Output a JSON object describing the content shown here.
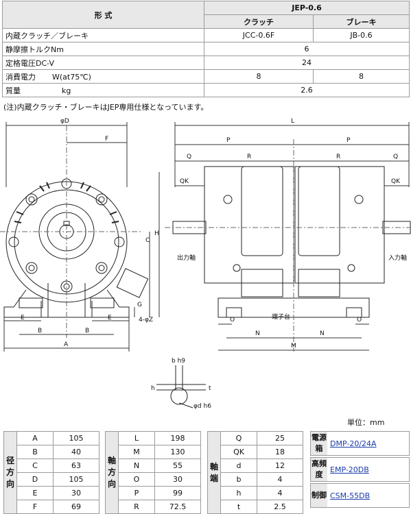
{
  "spec": {
    "header_label": "形 式",
    "model": "JEP-0.6",
    "sub_clutch": "クラッチ",
    "sub_brake": "ブレーキ",
    "rows": [
      {
        "label": "内蔵クラッチ／ブレーキ",
        "unit": "",
        "clutch": "JCC-0.6F",
        "brake": "JB-0.6",
        "span": false
      },
      {
        "label": "静摩擦トルク",
        "unit": "Nm",
        "value": "6",
        "span": true
      },
      {
        "label": "定格電圧",
        "unit": "DC-V",
        "value": "24",
        "span": true
      },
      {
        "label": "消費電力",
        "unit": "W(at75℃)",
        "clutch": "8",
        "brake": "8",
        "span": false
      },
      {
        "label": "質量",
        "unit": "kg",
        "value": "2.6",
        "span": true
      }
    ]
  },
  "note": "(注)内蔵クラッチ・ブレーキはJEP専用仕様となっています。",
  "drawing": {
    "left_labels": {
      "D": "φD",
      "F": "F",
      "C": "C",
      "H": "H",
      "G": "G",
      "E1": "E",
      "E2": "E",
      "B1": "B",
      "B2": "B",
      "A": "A",
      "Z": "4-φZ"
    },
    "right_labels": {
      "L": "L",
      "P1": "P",
      "P2": "P",
      "Q1": "Q",
      "Q2": "Q",
      "R1": "R",
      "R2": "R",
      "QK1": "QK",
      "QK2": "QK",
      "O1": "O",
      "O2": "O",
      "N1": "N",
      "N2": "N",
      "M": "M",
      "out": "出力軸",
      "in": "入力軸",
      "term": "端子台"
    },
    "key_labels": {
      "bh9": "b h9",
      "h": "h",
      "t": "t",
      "dh6": "φd h6"
    }
  },
  "unit_label": "単位：mm",
  "dims": {
    "radial": {
      "label": "径方向",
      "rows": [
        [
          "A",
          "105"
        ],
        [
          "B",
          "40"
        ],
        [
          "C",
          "63"
        ],
        [
          "D",
          "105"
        ],
        [
          "E",
          "30"
        ],
        [
          "F",
          "69"
        ]
      ]
    },
    "axial": {
      "label": "軸方向",
      "rows": [
        [
          "L",
          "198"
        ],
        [
          "M",
          "130"
        ],
        [
          "N",
          "55"
        ],
        [
          "O",
          "30"
        ],
        [
          "P",
          "99"
        ],
        [
          "R",
          "72.5"
        ]
      ]
    },
    "shaft": {
      "label": "軸端",
      "rows": [
        [
          "Q",
          "25"
        ],
        [
          "QK",
          "18"
        ],
        [
          "d",
          "12"
        ],
        [
          "b",
          "4"
        ],
        [
          "h",
          "4"
        ],
        [
          "t",
          "2.5"
        ]
      ]
    }
  },
  "accessories": [
    {
      "category": "電源箱",
      "link": "DMP-20/24A"
    },
    {
      "category": "高頻度",
      "link": "EMP-20DB"
    },
    {
      "category": "制御",
      "link": "CSM-55DB"
    }
  ]
}
